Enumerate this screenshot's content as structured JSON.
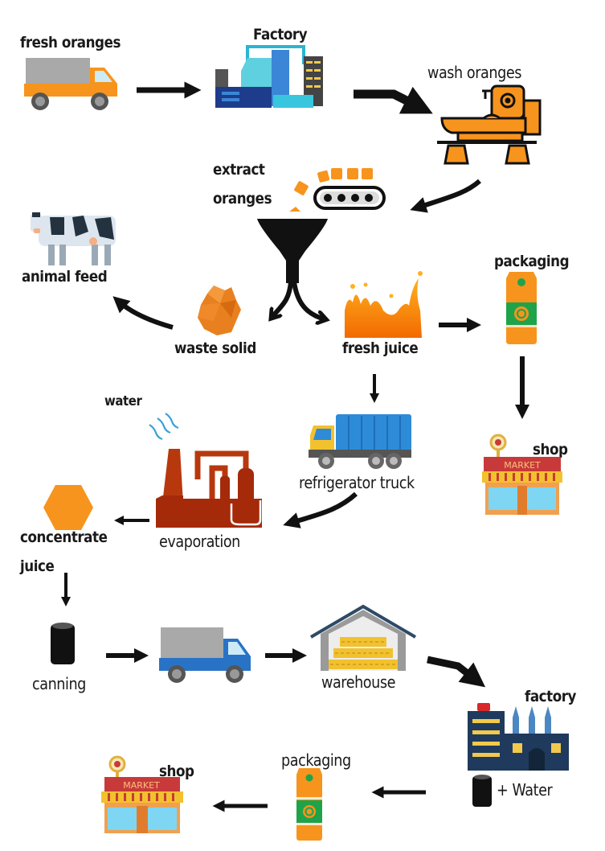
{
  "title": "Orange juice production process",
  "colors": {
    "orange": "#F7941D",
    "dark": "#111111",
    "evaporation_red": "#A52A0A",
    "steam_blue": "#3AA0D8",
    "truck_blue": "#2E8BD8",
    "factory_navy": "#1F3A5C",
    "package_green": "#1FA34A",
    "market_red": "#C83A3A"
  },
  "steps": {
    "fresh_oranges": {
      "label": "fresh oranges",
      "icon": "delivery-truck-icon"
    },
    "factory": {
      "label": "Factory",
      "icon": "industrial-plant-icon"
    },
    "wash_oranges": {
      "label": "wash oranges",
      "icon": "washing-machine-icon"
    },
    "extract_oranges": {
      "label_line1": "extract",
      "label_line2": "oranges",
      "icon": "conveyor-funnel-icon"
    },
    "animal_feed": {
      "label": "animal feed",
      "icon": "cow-icon"
    },
    "waste_solid": {
      "label": "waste solid",
      "icon": "pulp-icon"
    },
    "fresh_juice": {
      "label": "fresh juice",
      "icon": "juice-splash-icon"
    },
    "packaging_1": {
      "label": "packaging",
      "icon": "juice-carton-icon"
    },
    "shop_1": {
      "label": "shop",
      "icon": "market-icon",
      "sign": "MARKET"
    },
    "water": {
      "label": "water",
      "icon": "steam-icon"
    },
    "refrigerator_truck": {
      "label": "refrigerator truck",
      "icon": "refrigerator-truck-icon"
    },
    "evaporation": {
      "label": "evaporation",
      "icon": "evaporation-plant-icon"
    },
    "concentrate_juice": {
      "label_line1": "concentrate",
      "label_line2": "juice",
      "icon": "hexagon-icon"
    },
    "canning": {
      "label": "canning",
      "icon": "can-icon"
    },
    "transport_truck": {
      "icon": "delivery-truck-icon"
    },
    "warehouse": {
      "label": "warehouse",
      "icon": "warehouse-icon"
    },
    "factory_2": {
      "label": "factory",
      "icon": "factory-icon"
    },
    "plus_water": {
      "label": "+ Water",
      "icon": "can-icon"
    },
    "packaging_2": {
      "label": "packaging",
      "icon": "juice-carton-icon"
    },
    "shop_2": {
      "label": "shop",
      "icon": "market-icon",
      "sign": "MARKET"
    }
  }
}
